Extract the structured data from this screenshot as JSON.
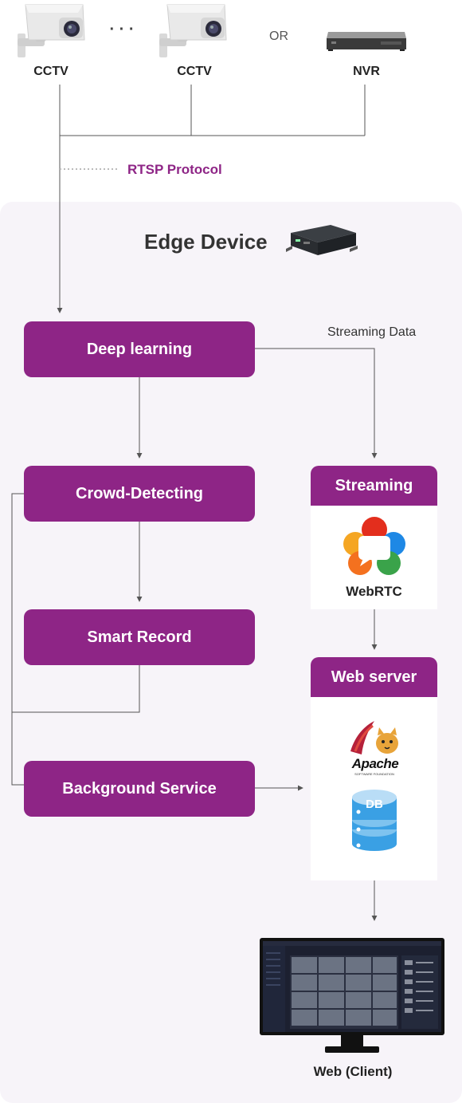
{
  "sources": {
    "cctv1_label": "CCTV",
    "dots": "· · ·",
    "cctv2_label": "CCTV",
    "or_label": "OR",
    "nvr_label": "NVR",
    "protocol_label": "RTSP Protocol"
  },
  "edge": {
    "title": "Edge Device",
    "streaming_data_label": "Streaming Data"
  },
  "boxes": {
    "deep_learning": "Deep learning",
    "crowd_detecting": "Crowd-Detecting",
    "smart_record": "Smart Record",
    "background_service": "Background Service"
  },
  "streaming_card": {
    "header": "Streaming",
    "logo_label": "WebRTC"
  },
  "webserver_card": {
    "header": "Web server",
    "apache_label": "Apache",
    "apache_sub": "SOFTWARE FOUNDATION",
    "db_label": "DB"
  },
  "client": {
    "label": "Web (Client)"
  },
  "colors": {
    "primary": "#8e2586",
    "panel": "#f7f4f9",
    "line": "#555555"
  }
}
